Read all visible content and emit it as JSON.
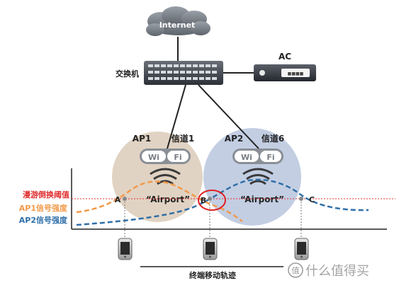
{
  "internet": {
    "label": "Internet"
  },
  "switch": {
    "label": "交换机"
  },
  "controller": {
    "label": "AC"
  },
  "ap1": {
    "name": "AP1",
    "channel": "信道1",
    "wifi": "Wi",
    "fi": "Fi",
    "ssid": "“Airport”"
  },
  "ap2": {
    "name": "AP2",
    "channel": "信道6",
    "wifi": "Wi",
    "fi": "Fi",
    "ssid": "“Airport”"
  },
  "legend": {
    "threshold": "漫游倒换阈值",
    "ap1_signal": "AP1信号强度",
    "ap2_signal": "AP2信号强度"
  },
  "points": {
    "a": "A",
    "b": "B",
    "c": "C"
  },
  "axis": {
    "trajectory": "终端移动轨迹"
  },
  "watermark": {
    "text": "什么值得买",
    "logo_glyph": "值"
  },
  "colors": {
    "ap1_circle": "#dccbb8",
    "ap2_circle": "#b4c2dc",
    "ap1_curve": "#f29a4a",
    "ap2_curve": "#2f6fa8",
    "threshold": "#e03030",
    "highlight_ring": "#e02020"
  }
}
